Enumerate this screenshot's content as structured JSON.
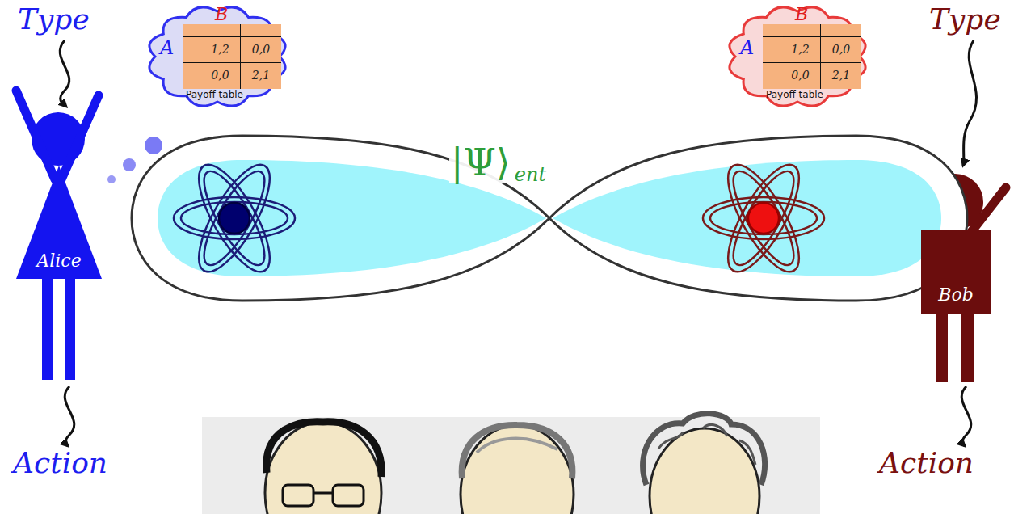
{
  "diagram": {
    "nodes": [
      {
        "text": [
          "B",
          "A",
          "Payoff table"
        ]
      },
      {
        "text": [
          "1,2",
          "0,0",
          "0,0",
          "2,1"
        ],
        "in": 0
      },
      {
        "text": [
          "Alice"
        ]
      },
      {
        "text": [
          "B",
          "A",
          "Payoff table"
        ]
      },
      {
        "text": [
          "1,2",
          "0,0",
          "0,0",
          "2,1"
        ],
        "in": 3
      },
      {
        "text": [
          "Bob"
        ]
      }
    ],
    "labels": [
      "Type",
      "Action",
      "Type",
      "Action",
      "|Ψ⟩",
      "ent"
    ]
  }
}
